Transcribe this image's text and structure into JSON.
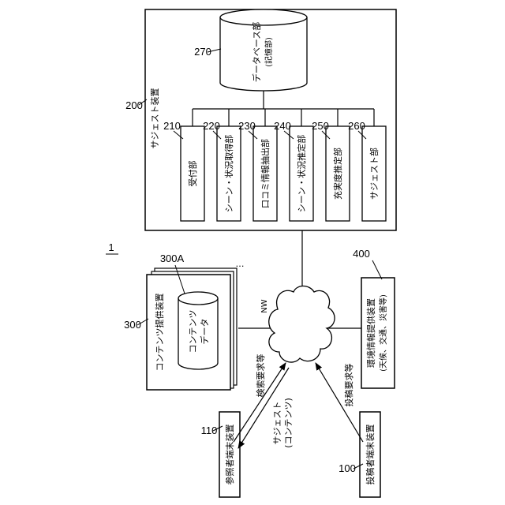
{
  "system": {
    "ref": "1"
  },
  "suggest_device": {
    "ref": "200",
    "label": "サジェスト装置",
    "database": {
      "ref": "270",
      "label": "データベース部",
      "sublabel": "(記憶部)"
    },
    "units": [
      {
        "ref": "210",
        "label": "受付部"
      },
      {
        "ref": "220",
        "label": "シーン・状況取得部"
      },
      {
        "ref": "230",
        "label": "口コミ情報抽出部"
      },
      {
        "ref": "240",
        "label": "シーン・状況推定部"
      },
      {
        "ref": "250",
        "label": "充実度推定部"
      },
      {
        "ref": "260",
        "label": "サジェスト部"
      }
    ]
  },
  "network": {
    "label": "NW"
  },
  "content_device": {
    "ref": "300",
    "label": "コンテンツ提供装置",
    "stack_ref": "300A",
    "stack_mark": "…",
    "data_label": "コンテンツ",
    "data_label2": "データ"
  },
  "env_device": {
    "ref": "400",
    "label": "環境情報提供装置",
    "sublabel": "(天候、交通、災害等)"
  },
  "viewer_terminal": {
    "ref": "110",
    "label": "参照者端末装置"
  },
  "poster_terminal": {
    "ref": "100",
    "label": "投稿者端末装置"
  },
  "arrows": {
    "search_request": "検索要求等",
    "suggest": "サジェスト",
    "suggest_sub": "(コンテンツ)",
    "post_request": "投稿要求等"
  }
}
